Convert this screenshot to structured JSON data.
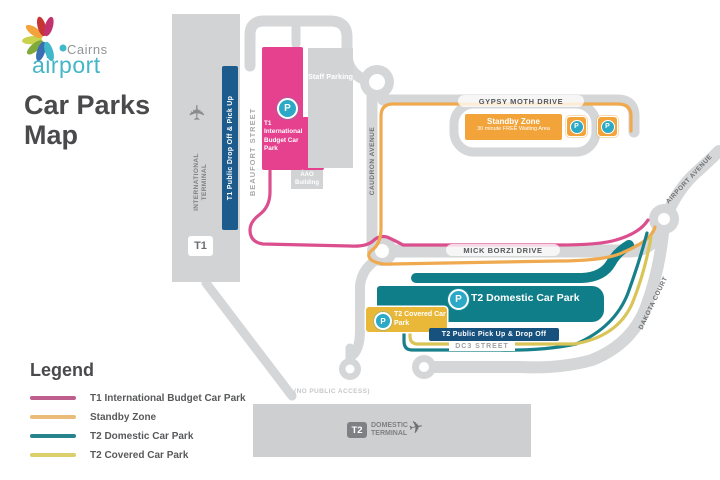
{
  "brand": {
    "line1": "Cairns",
    "line2": "airport"
  },
  "title": {
    "line1": "Car Parks",
    "line2": "Map"
  },
  "legend": {
    "heading": "Legend",
    "items": [
      {
        "label": "T1 International Budget Car Park",
        "color": "#BD5E8C"
      },
      {
        "label": "Standby Zone",
        "color": "#E9BD77"
      },
      {
        "label": "T2 Domestic Car Park",
        "color": "#27848D"
      },
      {
        "label": "T2 Covered Car Park",
        "color": "#DCCE6B"
      }
    ]
  },
  "map": {
    "parking_symbol": "P",
    "roads": {
      "gypsy_moth": "GYPSY MOTH DRIVE",
      "mick_borzi": "MICK BORZI DRIVE",
      "beaufort": "BEAUFORT STREET",
      "caudron": "CAUDRON AVENUE",
      "airport_avenue": "AIRPORT AVENUE",
      "dakota_court": "DAKOTA COURT",
      "dc3": "DC3 STREET",
      "no_access": "(NO PUBLIC ACCESS)"
    },
    "t1": {
      "code": "T1",
      "terminal": "INTERNATIONAL TERMINAL",
      "dropoff": "T1 Public Drop Off & Pick Up",
      "budget_car_park": "T1 International Budget Car Park",
      "staff_parking": "Staff Parking",
      "aao": "AAO Building"
    },
    "standby": {
      "title": "Standby Zone",
      "subtitle": "30 minute FREE Waiting Area"
    },
    "t2": {
      "code": "T2",
      "terminal": "DOMESTIC TERMINAL",
      "domestic_car_park": "T2 Domestic Car Park",
      "covered_car_park": "T2 Covered Car Park",
      "pickup": "T2 Public Pick Up & Drop Off"
    }
  },
  "colors": {
    "route_pink": "#DB4F8E",
    "route_orange": "#EFA94F",
    "route_teal": "#17808A",
    "route_yellow": "#D8C457",
    "park_pink": "#E5418F",
    "park_teal": "#107E88",
    "park_gold": "#E9B838",
    "standby_orange": "#F2A43A",
    "bar_navy_t1": "#1E5B8D",
    "bar_navy_t2": "#17517E",
    "parking_blue": "#2BA9C7",
    "road_gray": "#D5D6D7"
  }
}
